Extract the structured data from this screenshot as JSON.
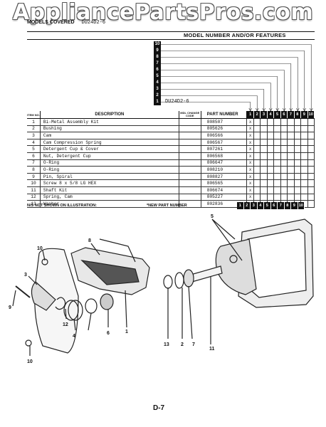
{
  "watermark": "AppliancePartsPros.com",
  "header": {
    "models_covered_label": "MODELS COVERED",
    "models_covered_value": "DU24D2-6",
    "features_title": "MODEL NUMBER AND/OR FEATURES",
    "feature_rows": [
      "10",
      "9",
      "8",
      "7",
      "6",
      "5",
      "4",
      "3",
      "2",
      "1"
    ],
    "model_code": "DU24D2-6"
  },
  "table": {
    "col_no": "ITEM NO.",
    "col_desc": "DESCRIPTION",
    "col_code": "MDL CHANGE CODE",
    "col_part": "PART NUMBER",
    "feature_cols": [
      "1",
      "2",
      "3",
      "4",
      "5",
      "6",
      "7",
      "8",
      "9",
      "10"
    ],
    "rows": [
      {
        "no": "1",
        "desc": "Bi-Metal Assembly Kit",
        "code": "",
        "part": "808507",
        "mark": "X"
      },
      {
        "no": "2",
        "desc": "Bushing",
        "code": "",
        "part": "805626",
        "mark": "X"
      },
      {
        "no": "3",
        "desc": "Cam",
        "code": "",
        "part": "806566",
        "mark": "X"
      },
      {
        "no": "4",
        "desc": "Cam Compression Spring",
        "code": "",
        "part": "806567",
        "mark": "X"
      },
      {
        "no": "5",
        "desc": "Detergent Cup & Cover",
        "code": "",
        "part": "807261",
        "mark": "X"
      },
      {
        "no": "6",
        "desc": "Nut, Detergent Cup",
        "code": "",
        "part": "806568",
        "mark": "X"
      },
      {
        "no": "7",
        "desc": "O-Ring",
        "code": "",
        "part": "806647",
        "mark": "X"
      },
      {
        "no": "8",
        "desc": "O-Ring",
        "code": "",
        "part": "808210",
        "mark": "X"
      },
      {
        "no": "9",
        "desc": "Pin, Spiral",
        "code": "",
        "part": "808827",
        "mark": "X"
      },
      {
        "no": "10",
        "desc": "Screw 8 x 5/8 LG HEX",
        "code": "",
        "part": "806565",
        "mark": "X"
      },
      {
        "no": "11",
        "desc": "Shaft Kit",
        "code": "",
        "part": "806674",
        "mark": "X"
      },
      {
        "no": "12",
        "desc": "Spring, Cam",
        "code": "",
        "part": "805227",
        "mark": "X"
      },
      {
        "no": "13",
        "desc": "Washer",
        "code": "",
        "part": "802836",
        "mark": "X"
      }
    ],
    "footer_left": "N/S NOT SHOWN ON ILLUSTRATION:",
    "footer_mid": "*NEW PART NUMBER"
  },
  "callouts": [
    "10",
    "8",
    "3",
    "9",
    "12",
    "4",
    "6",
    "1",
    "13",
    "2",
    "7",
    "11",
    "5",
    "10"
  ],
  "page_number": "D-7"
}
